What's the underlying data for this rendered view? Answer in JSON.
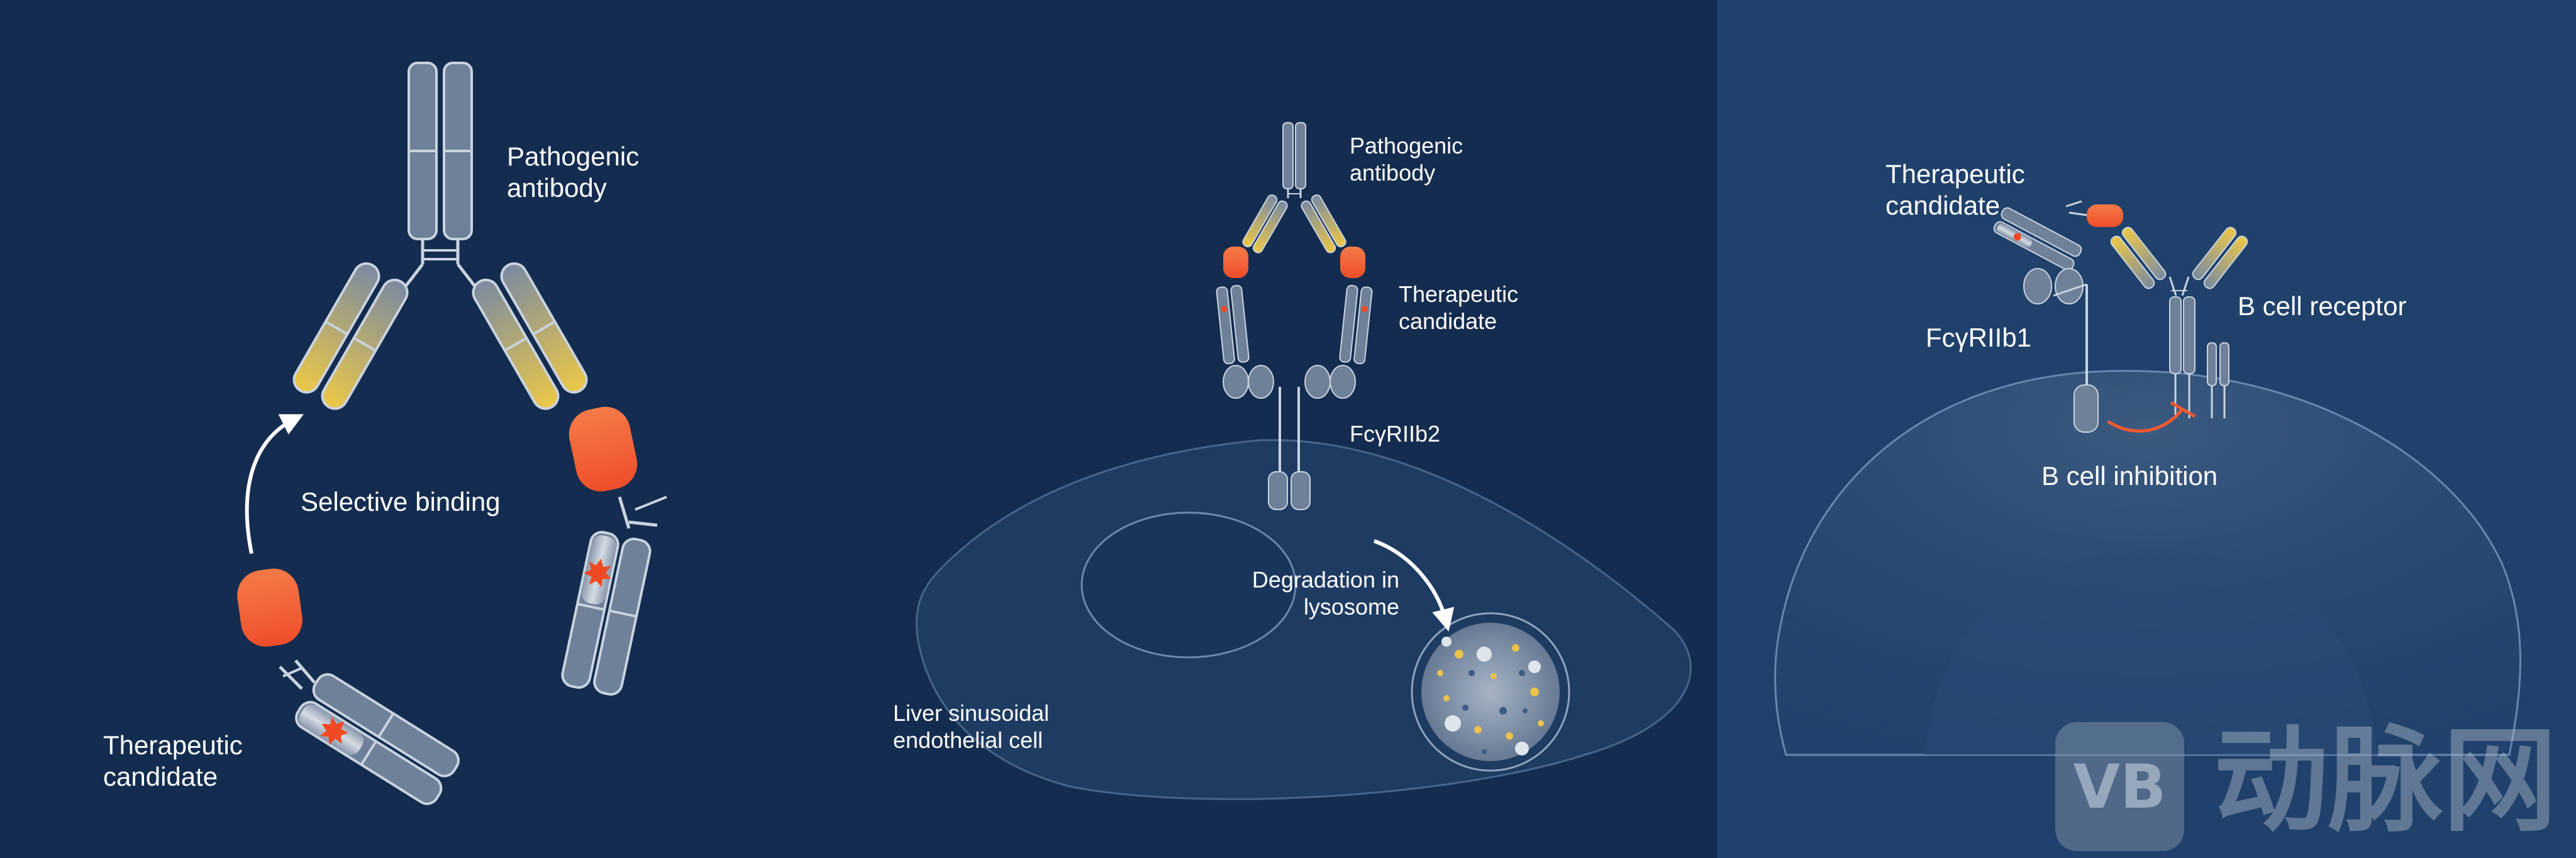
{
  "panel1": {
    "pathogenic_antibody": [
      "Pathogenic",
      "antibody"
    ],
    "selective_binding": "Selective binding",
    "therapeutic_candidate": [
      "Therapeutic",
      "candidate"
    ]
  },
  "panel2": {
    "pathogenic_antibody": [
      "Pathogenic",
      "antibody"
    ],
    "therapeutic_candidate": [
      "Therapeutic",
      "candidate"
    ],
    "receptor": "FcγRIIb2",
    "degradation": [
      "Degradation in",
      "lysosome"
    ],
    "cell": [
      "Liver sinusoidal",
      "endothelial cell"
    ]
  },
  "panel3": {
    "therapeutic_candidate": [
      "Therapeutic",
      "candidate"
    ],
    "receptor": "FcγRIIb1",
    "b_cell_receptor": "B cell receptor",
    "b_cell_inhibition": "B cell inhibition"
  },
  "watermark": {
    "logo": "VB",
    "text": "动脉网"
  },
  "colors": {
    "background_left": "#142c4f",
    "background_right": "#1f416b",
    "domain_grey": "#6f8099",
    "domain_stroke": "#c9d3df",
    "yellow": "#e9c24a",
    "orange": "#f15a31",
    "star": "#f04a24"
  }
}
